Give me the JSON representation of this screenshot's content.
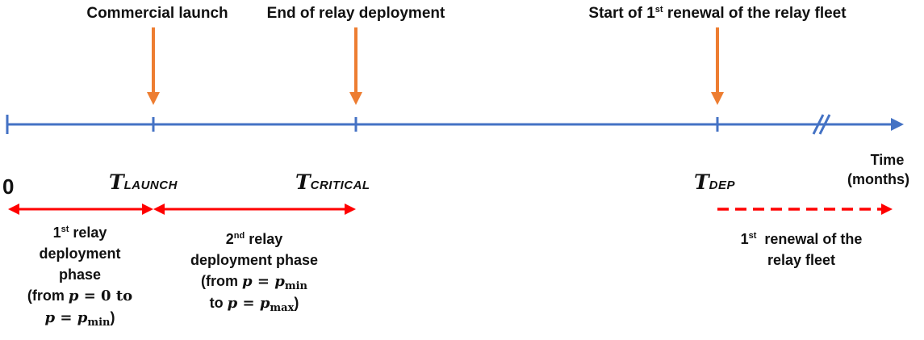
{
  "events": {
    "launch": "Commercial launch",
    "end_deploy": "End of relay deployment",
    "renewal_start_pre": "Start of 1",
    "renewal_start_sup": "st",
    "renewal_start_post": " renewal of the relay fleet"
  },
  "axis": {
    "zero": "0",
    "t_launch_sym": "T",
    "t_launch_sub": "LAUNCH",
    "t_critical_sym": "T",
    "t_critical_sub": "CRITICAL",
    "t_dep_sym": "T",
    "t_dep_sub": "DEP",
    "time_line1": "Time",
    "time_line2": "(months)"
  },
  "phases": {
    "p1_line1_a": "1",
    "p1_line1_sup": "st",
    "p1_line1_b": " relay",
    "p1_line2": "deployment",
    "p1_line3": "phase",
    "p1_line4_a": "(from ",
    "p1_line4_p": "p",
    "p1_line4_eq": " = 0 to",
    "p1_line5_p": "p",
    "p1_line5_eq": " = ",
    "p1_line5_pp": "p",
    "p1_line5_sub": "min",
    "p1_line5_close": ")",
    "p2_line1_a": "2",
    "p2_line1_sup": "nd",
    "p2_line1_b": " relay",
    "p2_line2": "deployment phase",
    "p2_line3_a": "(from ",
    "p2_line3_p": "p",
    "p2_line3_eq": " = ",
    "p2_line3_pp": "p",
    "p2_line3_sub": "min",
    "p2_line4_a": "to ",
    "p2_line4_p": "p",
    "p2_line4_eq": " = ",
    "p2_line4_pp": "p",
    "p2_line4_sub": "max",
    "p2_line4_close": ")",
    "r_line1_a": "1",
    "r_line1_sup": "st",
    "r_line1_b": "  renewal of the",
    "r_line2": "relay fleet"
  },
  "colors": {
    "timeline": "#4472C4",
    "event_arrow": "#ED7D31",
    "phase_arrow": "#FF0000"
  }
}
